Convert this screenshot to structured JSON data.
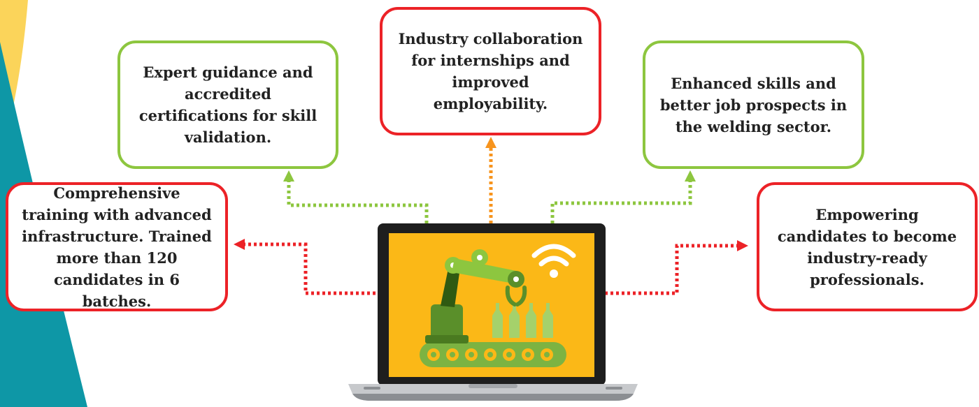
{
  "colors": {
    "green": "#8dc63f",
    "red": "#ec2227",
    "orange": "#f7941d",
    "yellow": "#fbb817",
    "teal": "#0e97a6"
  },
  "boxes": {
    "left": "Comprehensive training with advanced infrastructure. Trained more than 120 candidates in 6 batches.",
    "upper_left": "Expert guidance and accredited certifications for skill validation.",
    "top_center": "Industry collaboration for internships and improved employability.",
    "upper_right": "Enhanced skills and better job prospects in the welding sector.",
    "right": "Empowering candidates to become industry-ready professionals."
  },
  "icons": [
    "laptop-icon",
    "robotic-arm-icon",
    "wifi-icon",
    "conveyor-belt-icon",
    "arrow-icon"
  ]
}
